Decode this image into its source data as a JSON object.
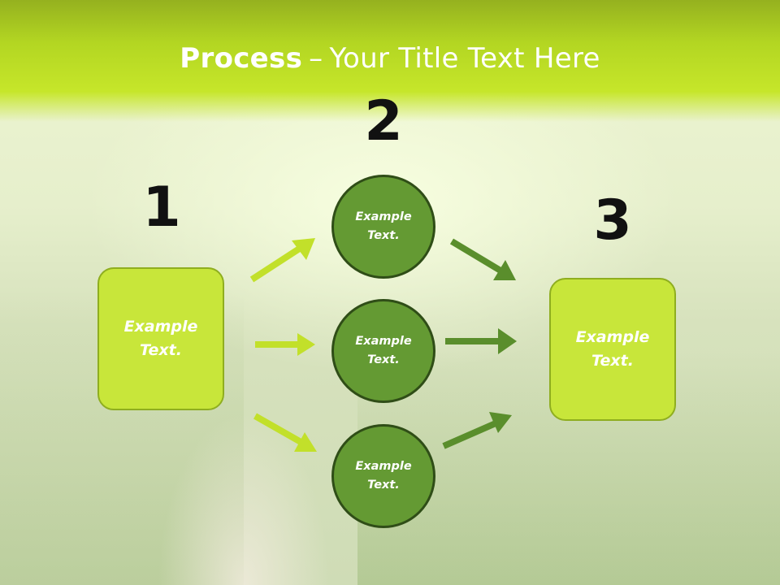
{
  "slide": {
    "title_bold": "Process",
    "title_dash": "–",
    "title_rest": "Your Title Text Here"
  },
  "steps": {
    "num1": "1",
    "num2": "2",
    "num3": "3"
  },
  "box_left": {
    "line1": "Example",
    "line2": "Text."
  },
  "circle_top": {
    "line1": "Example",
    "line2": "Text."
  },
  "circle_middle": {
    "line1": "Example",
    "line2": "Text."
  },
  "circle_bottom": {
    "line1": "Example",
    "line2": "Text."
  },
  "box_right": {
    "line1": "Example",
    "line2": "Text."
  },
  "colors": {
    "header": "#b3d622",
    "box_fill": "#c8e63a",
    "circle_fill": "#649a33",
    "arrow_light": "#c2e02a",
    "arrow_dark": "#5a8e2c"
  }
}
